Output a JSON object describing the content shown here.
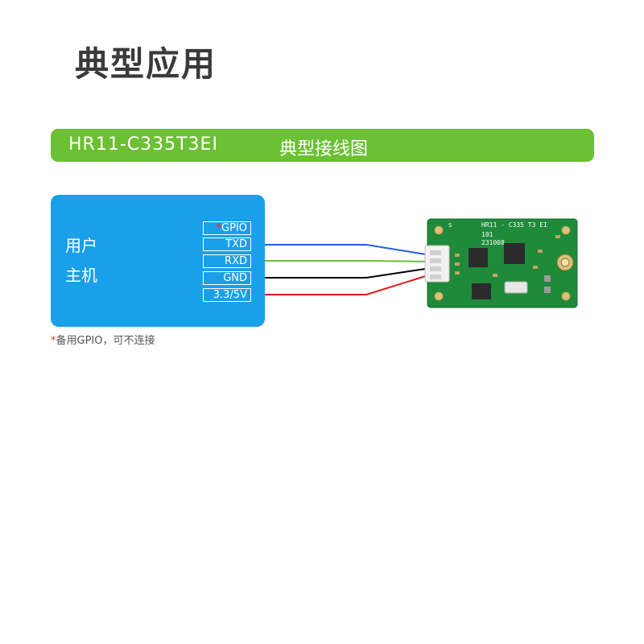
{
  "page": {
    "title": "典型应用"
  },
  "banner": {
    "model": "HR11-C335T3EI",
    "title": "典型接线图"
  },
  "host": {
    "label_line1": "用户",
    "label_line2": "主机",
    "pins": [
      {
        "label": "GPIO",
        "marker": "*"
      },
      {
        "label": "TXD",
        "marker": ""
      },
      {
        "label": "RXD",
        "marker": ""
      },
      {
        "label": "GND",
        "marker": ""
      },
      {
        "label": "3.3/5V",
        "marker": ""
      }
    ]
  },
  "wires": [
    {
      "pin": "TXD",
      "color": "#1f5fd6"
    },
    {
      "pin": "RXD",
      "color": "#6cc033"
    },
    {
      "pin": "GND",
      "color": "#000000"
    },
    {
      "pin": "3.3/5V",
      "color": "#e01818"
    }
  ],
  "module": {
    "silk_line1": "HR11 - C335 T3 EI",
    "silk_line2": "101",
    "silk_line3": "231008",
    "silk_s": "S",
    "pcb_color": "#1f8a3a"
  },
  "footnote": {
    "marker": "*",
    "text": "备用GPIO，可不连接"
  },
  "colors": {
    "accent_green": "#6cc033",
    "host_blue": "#1aa0e8",
    "marker_red": "#e8392c"
  }
}
